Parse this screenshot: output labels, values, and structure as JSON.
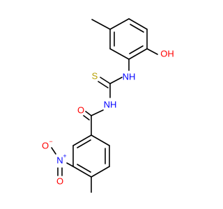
{
  "molecule": {
    "atom_labels": {
      "oh": "OH",
      "nh_upper": "NH",
      "s": "S",
      "nh_lower": "NH",
      "o_carbonyl": "O",
      "n_nitro": "N",
      "o_nitro_minus": "O",
      "o_nitro_lower": "O"
    },
    "charges": {
      "n_plus": "+",
      "o_minus": "−"
    }
  },
  "colors": {
    "carbon_bond": "#000000",
    "oxygen": "#ff0000",
    "nitrogen": "#0000ff",
    "sulfur": "#b8a000"
  }
}
